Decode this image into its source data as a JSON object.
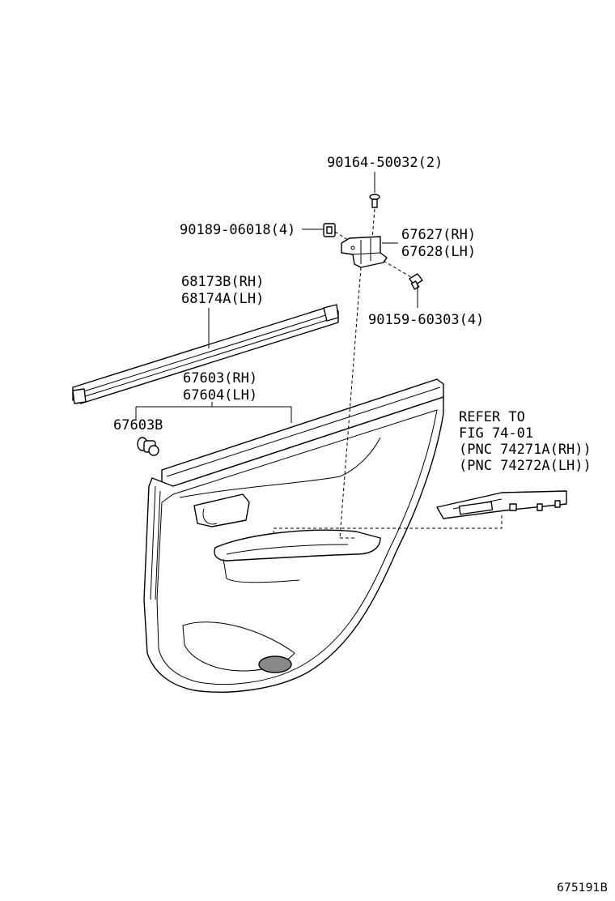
{
  "diagram_id": "675191B",
  "callouts": {
    "bolt_top": "90164-50032(2)",
    "nut_clip": "90189-06018(4)",
    "hinge_rh": "67627(RH)",
    "hinge_lh": "67628(LH)",
    "screw_side": "90159-60303(4)",
    "weatherstrip_rh": "68173B(RH)",
    "weatherstrip_lh": "68174A(LH)",
    "panel_rh": "67603(RH)",
    "panel_lh": "67604(LH)",
    "clip": "67603B",
    "refer_1": "REFER TO",
    "refer_2": "FIG 74-01",
    "refer_3": "(PNC 74271A(RH))",
    "refer_4": "(PNC 74272A(LH))"
  }
}
